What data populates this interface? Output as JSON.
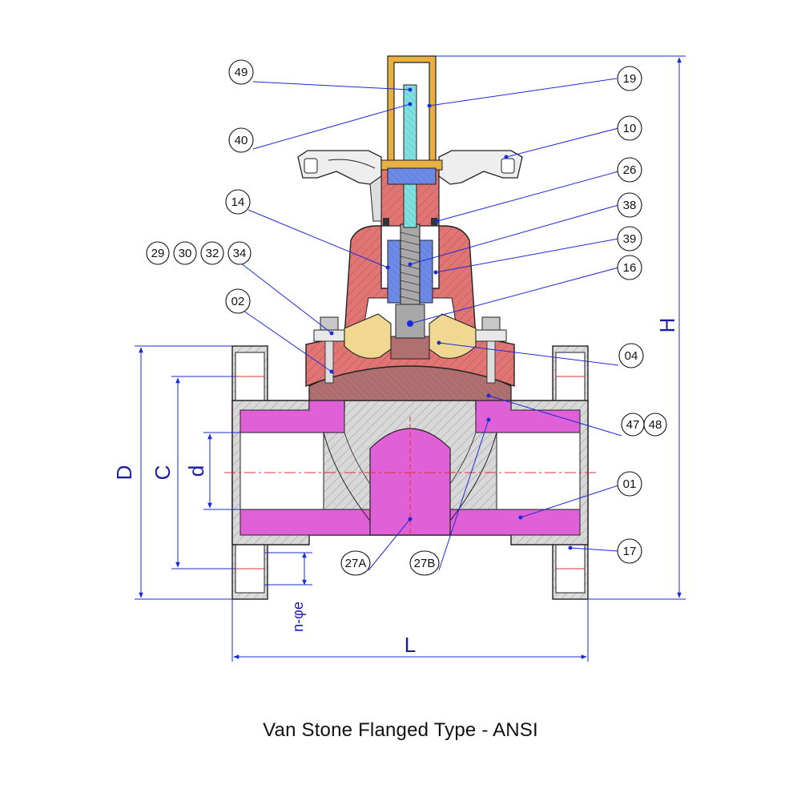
{
  "caption": "Van Stone Flanged Type - ANSI",
  "colors": {
    "line": "#1b2bd6",
    "outline": "#222222",
    "body": "#e060d8",
    "bonnet": "#e27474",
    "compressor": "#f0d890",
    "stem": "#a8a8a8",
    "indicator": "#7ee0e0",
    "cap": "#e8b040",
    "bushing": "#6c8ae8",
    "diaphragm": "#b07070",
    "flange": "#d8d8d8",
    "handwheel": "#e8e8e8",
    "centerline": "#e03030"
  },
  "callouts": [
    {
      "id": "c49",
      "label": "49"
    },
    {
      "id": "c40",
      "label": "40"
    },
    {
      "id": "c14",
      "label": "14"
    },
    {
      "id": "c29",
      "label": "29"
    },
    {
      "id": "c30",
      "label": "30"
    },
    {
      "id": "c32",
      "label": "32"
    },
    {
      "id": "c34",
      "label": "34"
    },
    {
      "id": "c02",
      "label": "02"
    },
    {
      "id": "c19",
      "label": "19"
    },
    {
      "id": "c10",
      "label": "10"
    },
    {
      "id": "c26",
      "label": "26"
    },
    {
      "id": "c38",
      "label": "38"
    },
    {
      "id": "c39",
      "label": "39"
    },
    {
      "id": "c16",
      "label": "16"
    },
    {
      "id": "c04",
      "label": "04"
    },
    {
      "id": "c47",
      "label": "47"
    },
    {
      "id": "c48",
      "label": "48"
    },
    {
      "id": "c01",
      "label": "01"
    },
    {
      "id": "c17",
      "label": "17"
    },
    {
      "id": "c27A",
      "label": "27A"
    },
    {
      "id": "c27B",
      "label": "27B"
    }
  ],
  "dimensions": {
    "D": "D",
    "C": "C",
    "d": "d",
    "H": "H",
    "L": "L",
    "holes": "n-φe"
  }
}
